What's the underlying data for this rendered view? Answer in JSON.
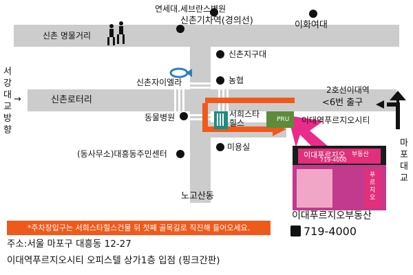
{
  "map": {
    "university_top": "연세대.세브란스병원",
    "ewha": "이화여대",
    "sinchon_station": "신촌기차역(경의선)",
    "myeongmul": "신촌 명물거리",
    "sinchon_jigudae": "신촌지구대",
    "sinchon_jaiella": "신촌자이엘라",
    "nonghyup": "농협",
    "sinchon_rotary": "신촌로터리",
    "seogang_bridge": "서강대교방향",
    "dongmul_hospital": "동물병원",
    "seoheui_building": "서희스타힐스",
    "prugio_city": "이대역푸르지오시티",
    "prugio_sign": "PRU",
    "subway_exit_line1": "2호선이대역",
    "subway_exit_line2": "<6번 출구",
    "mapo_bridge": "마포대교",
    "hair_salon": "미용실",
    "community_center": "(동사무소)대흥동주민센터",
    "nogosan": "노고산동"
  },
  "notice": "*주차장입구는 서희스타힐스건물 뒤 첫째 골목길로 직진해 들어오세요.",
  "address": {
    "line1": "주소:서울 마포구 대흥동 12-27",
    "line2": "이대역푸르지오시티 오피스텔 상가1층 입점 (핑크간판)"
  },
  "store": {
    "name": "이대푸르지오부동산",
    "phone": "719-4000",
    "sign_main": "이대푸르지오",
    "sign_sub": "부동산",
    "sign_phone": "719-4000",
    "side_sign": "푸르지오"
  },
  "colors": {
    "road": "#cccccc",
    "route": "#ef5a1c",
    "pointer": "#ec2a8c",
    "crosswalk": "#ffffff"
  }
}
